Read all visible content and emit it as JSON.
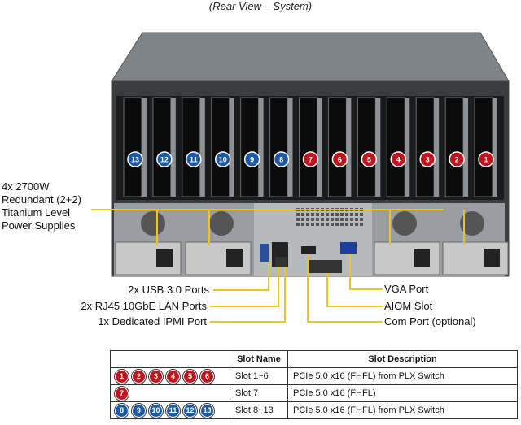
{
  "caption": "(Rear View – System)",
  "psu_label": "4x 2700W\nRedundant (2+2)\nTitanium Level\nPower Supplies",
  "left_labels": [
    "2x USB 3.0 Ports",
    "2x RJ45 10GbE LAN Ports",
    "1x Dedicated IPMI  Port"
  ],
  "right_labels": [
    "VGA Port",
    "AIOM Slot",
    "Com Port (optional)"
  ],
  "slot_badges": [
    {
      "n": "13",
      "color": "blue"
    },
    {
      "n": "12",
      "color": "blue"
    },
    {
      "n": "11",
      "color": "blue"
    },
    {
      "n": "10",
      "color": "blue"
    },
    {
      "n": "9",
      "color": "blue"
    },
    {
      "n": "8",
      "color": "blue"
    },
    {
      "n": "7",
      "color": "red"
    },
    {
      "n": "6",
      "color": "red"
    },
    {
      "n": "5",
      "color": "red"
    },
    {
      "n": "4",
      "color": "red"
    },
    {
      "n": "3",
      "color": "red"
    },
    {
      "n": "2",
      "color": "red"
    },
    {
      "n": "1",
      "color": "red"
    }
  ],
  "colors": {
    "red_badge": "#c0141e",
    "blue_badge": "#1c5aa6",
    "callout_line": "#f2c318",
    "chassis": "#7c8286"
  },
  "table": {
    "headers": [
      "",
      "Slot Name",
      "Slot Description"
    ],
    "rows": [
      {
        "badges": [
          {
            "n": "1",
            "color": "red"
          },
          {
            "n": "2",
            "color": "red"
          },
          {
            "n": "3",
            "color": "red"
          },
          {
            "n": "4",
            "color": "red"
          },
          {
            "n": "5",
            "color": "red"
          },
          {
            "n": "6",
            "color": "red"
          }
        ],
        "name": "Slot 1~6",
        "desc": "PCIe 5.0 x16 (FHFL)  from PLX Switch"
      },
      {
        "badges": [
          {
            "n": "7",
            "color": "red"
          }
        ],
        "name": "Slot 7",
        "desc": "PCIe 5.0 x16 (FHFL)"
      },
      {
        "badges": [
          {
            "n": "8",
            "color": "blue"
          },
          {
            "n": "9",
            "color": "blue"
          },
          {
            "n": "10",
            "color": "blue"
          },
          {
            "n": "11",
            "color": "blue"
          },
          {
            "n": "12",
            "color": "blue"
          },
          {
            "n": "13",
            "color": "blue"
          }
        ],
        "name": "Slot 8~13",
        "desc": "PCIe 5.0 x16 (FHFL)  from PLX Switch"
      }
    ]
  }
}
